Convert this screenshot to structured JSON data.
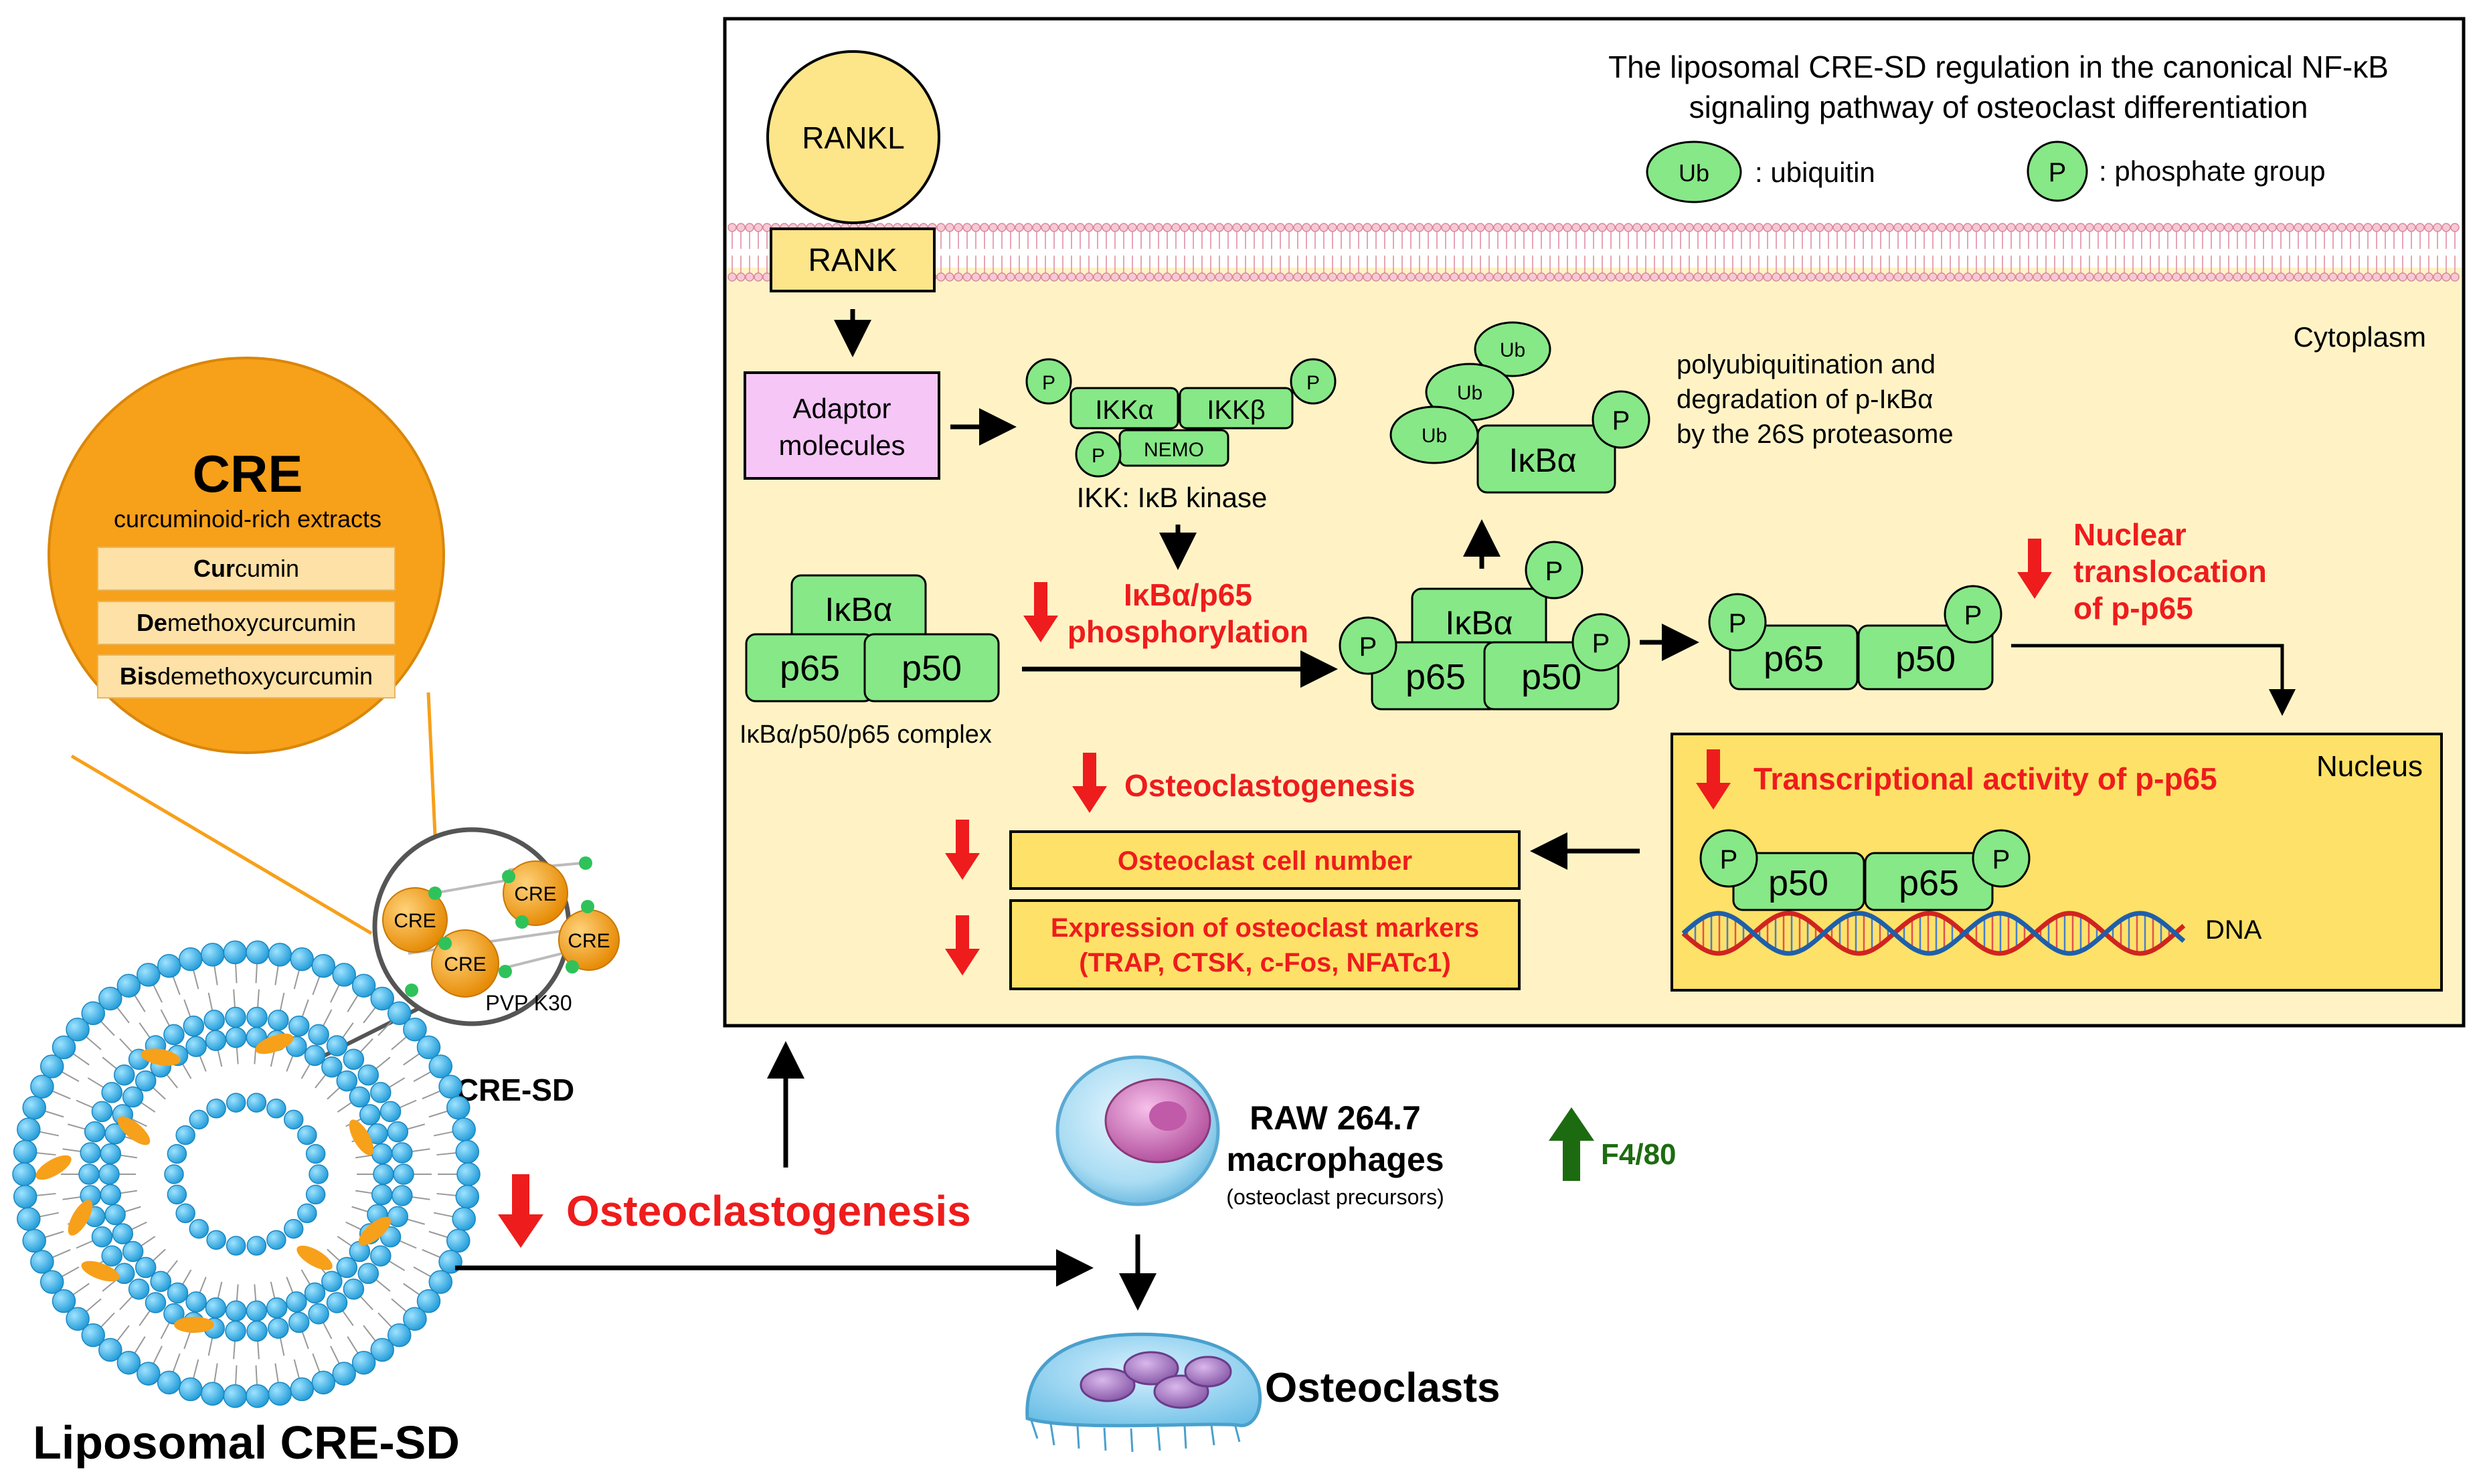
{
  "diagram": {
    "title_line1": "The liposomal CRE-SD regulation in the canonical NF-κB",
    "title_line2": "signaling pathway of osteoclast differentiation",
    "legend": {
      "ub_symbol": "Ub",
      "ub_text": ": ubiquitin",
      "p_symbol": "P",
      "p_text": ": phosphate group"
    },
    "cytoplasm_label": "Cytoplasm",
    "nucleus_label": "Nucleus",
    "rankl": "RANKL",
    "rank": "RANK",
    "adaptor_line1": "Adaptor",
    "adaptor_line2": "molecules",
    "ikk": {
      "alpha": "IKKα",
      "beta": "IKKβ",
      "nemo": "NEMO",
      "caption": "IKK: IκB kinase"
    },
    "labels": {
      "ikba": "IκBα",
      "p65": "p65",
      "p50": "p50",
      "p": "P",
      "ub": "Ub",
      "complex_caption": "IκBα/p50/p65 complex",
      "dna": "DNA"
    },
    "degradation_line1": "polyubiquitination and",
    "degradation_line2": "degradation of p-IκBα",
    "degradation_line3": "by the 26S proteasome",
    "effects": {
      "phos_line1": "IκBα/p65",
      "phos_line2": "phosphorylation",
      "nuclear_line1": "Nuclear",
      "nuclear_line2": "translocation",
      "nuclear_line3": "of p-p65",
      "transcription": "Transcriptional activity of p-p65",
      "osteoclastogenesis": "Osteoclastogenesis",
      "cell_number": "Osteoclast cell number",
      "markers_line1": "Expression of osteoclast markers",
      "markers_line2": "(TRAP, CTSK, c-Fos, NFATc1)"
    },
    "cre": {
      "title": "CRE",
      "subtitle": "curcuminoid-rich extracts",
      "items": [
        {
          "bold": "Cur",
          "rest": "cumin"
        },
        {
          "bold": "De",
          "rest": "methoxycurcumin"
        },
        {
          "bold": "Bis",
          "rest": "demethoxycurcumin"
        }
      ],
      "particle_label": "CRE",
      "polymer_label": "PVP K30",
      "sd_label": "CRE-SD"
    },
    "liposome_label": "Liposomal CRE-SD",
    "main_effect": "Osteoclastogenesis",
    "raw_line1": "RAW 264.7",
    "raw_line2": "macrophages",
    "raw_line3": "(osteoclast precursors)",
    "f480": "F4/80",
    "osteoclasts": "Osteoclasts",
    "colors": {
      "green": "#87e887",
      "yellow": "#fde58a",
      "cytoplasm": "#fff3c6",
      "nucleus": "#fde169",
      "orange": "#f7a01a",
      "red": "#ee1c1c",
      "dark_green": "#1d6b10",
      "pink": "#f6c6f6",
      "blue": "#27aee8"
    }
  }
}
